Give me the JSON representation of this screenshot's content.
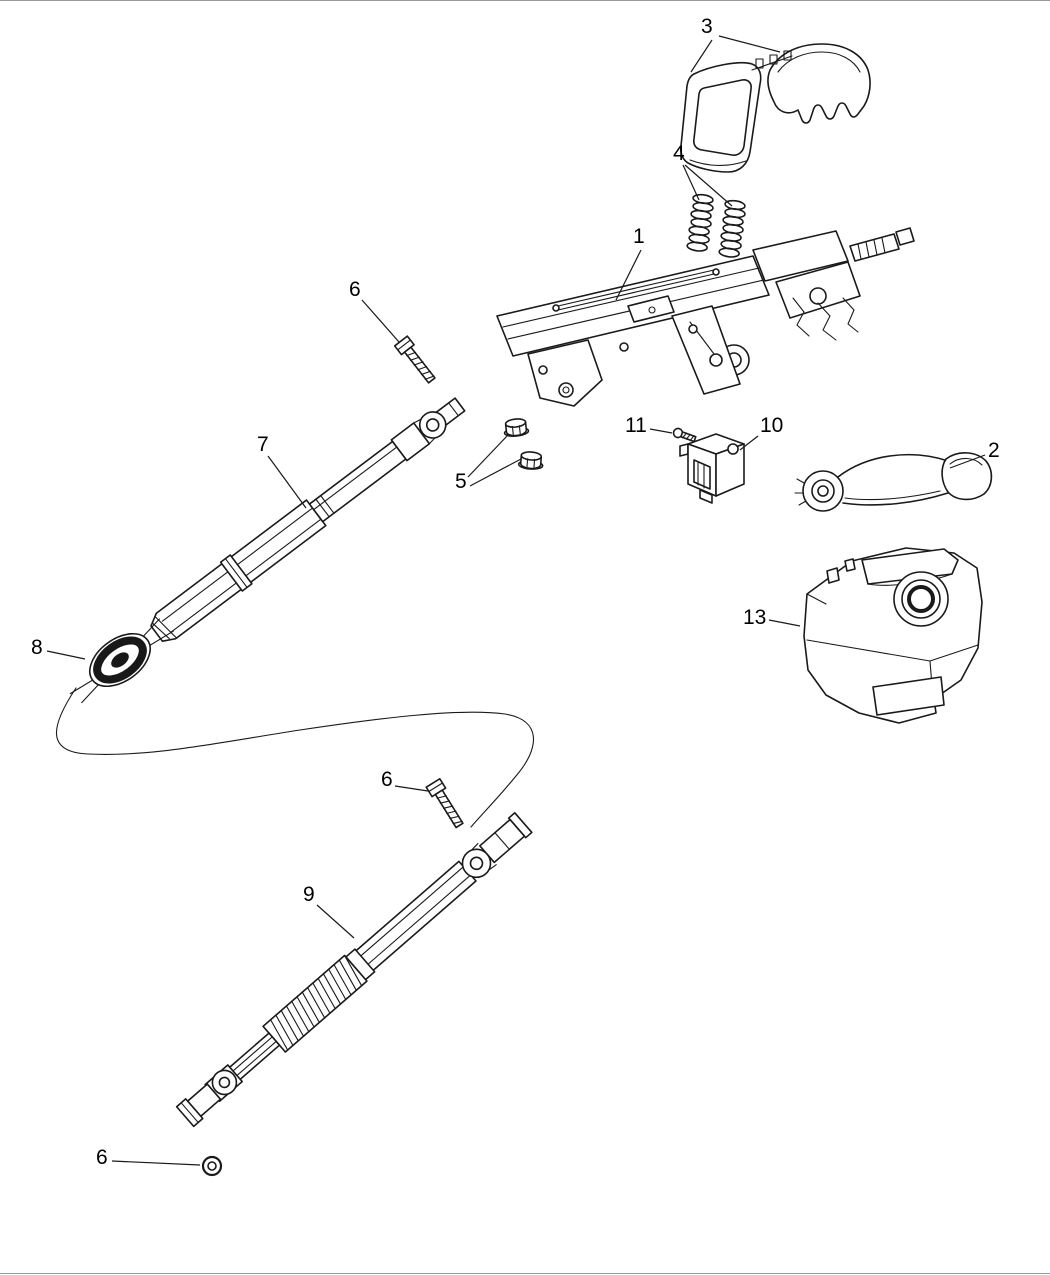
{
  "diagram": {
    "colors": {
      "background": "#ffffff",
      "line": "#1a1a1a"
    },
    "callouts": [
      {
        "id": "callout-1",
        "label": "1"
      },
      {
        "id": "callout-2",
        "label": "2"
      },
      {
        "id": "callout-3",
        "label": "3"
      },
      {
        "id": "callout-4",
        "label": "4"
      },
      {
        "id": "callout-5",
        "label": "5"
      },
      {
        "id": "callout-6-upper",
        "label": "6"
      },
      {
        "id": "callout-6-middle",
        "label": "6"
      },
      {
        "id": "callout-6-lower",
        "label": "6"
      },
      {
        "id": "callout-7",
        "label": "7"
      },
      {
        "id": "callout-8",
        "label": "8"
      },
      {
        "id": "callout-9",
        "label": "9"
      },
      {
        "id": "callout-10",
        "label": "10"
      },
      {
        "id": "callout-11",
        "label": "11"
      },
      {
        "id": "callout-13",
        "label": "13"
      }
    ]
  }
}
